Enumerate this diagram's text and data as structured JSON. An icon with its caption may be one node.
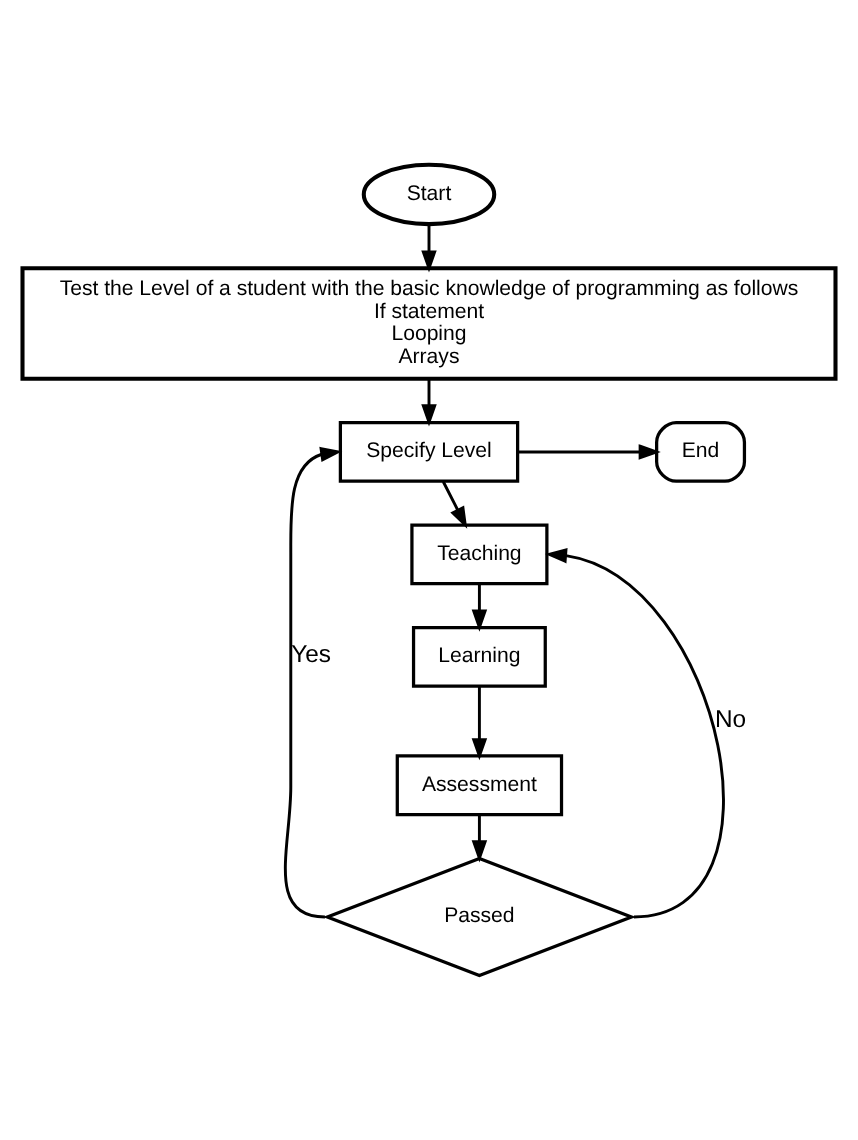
{
  "diagram": {
    "nodes": [
      {
        "text": [
          "Start"
        ]
      },
      {
        "text": [
          "Test the Level of a student with the basic knowledge of programming as follows",
          "If statement",
          "Looping",
          "Arrays"
        ]
      },
      {
        "text": [
          "Specify Level"
        ]
      },
      {
        "text": [
          "End"
        ]
      },
      {
        "text": [
          "Teaching"
        ]
      },
      {
        "text": [
          "Learning"
        ]
      },
      {
        "text": [
          "Assessment"
        ]
      },
      {
        "text": [
          "Passed"
        ]
      }
    ],
    "edges": [
      {
        "from": 0,
        "to": 1,
        "arrow": "to"
      },
      {
        "from": 1,
        "to": 2,
        "arrow": "to"
      },
      {
        "from": 2,
        "to": 3,
        "arrow": "to"
      },
      {
        "from": 2,
        "to": 4,
        "arrow": "to"
      },
      {
        "from": 4,
        "to": 5,
        "arrow": "to"
      },
      {
        "from": 5,
        "to": 6,
        "arrow": "to"
      },
      {
        "from": 6,
        "to": 7,
        "arrow": "to"
      },
      {
        "from": 7,
        "to": 2,
        "arrow": "to",
        "label": "Yes"
      },
      {
        "from": 7,
        "to": 4,
        "arrow": "to",
        "label": "No"
      }
    ]
  }
}
